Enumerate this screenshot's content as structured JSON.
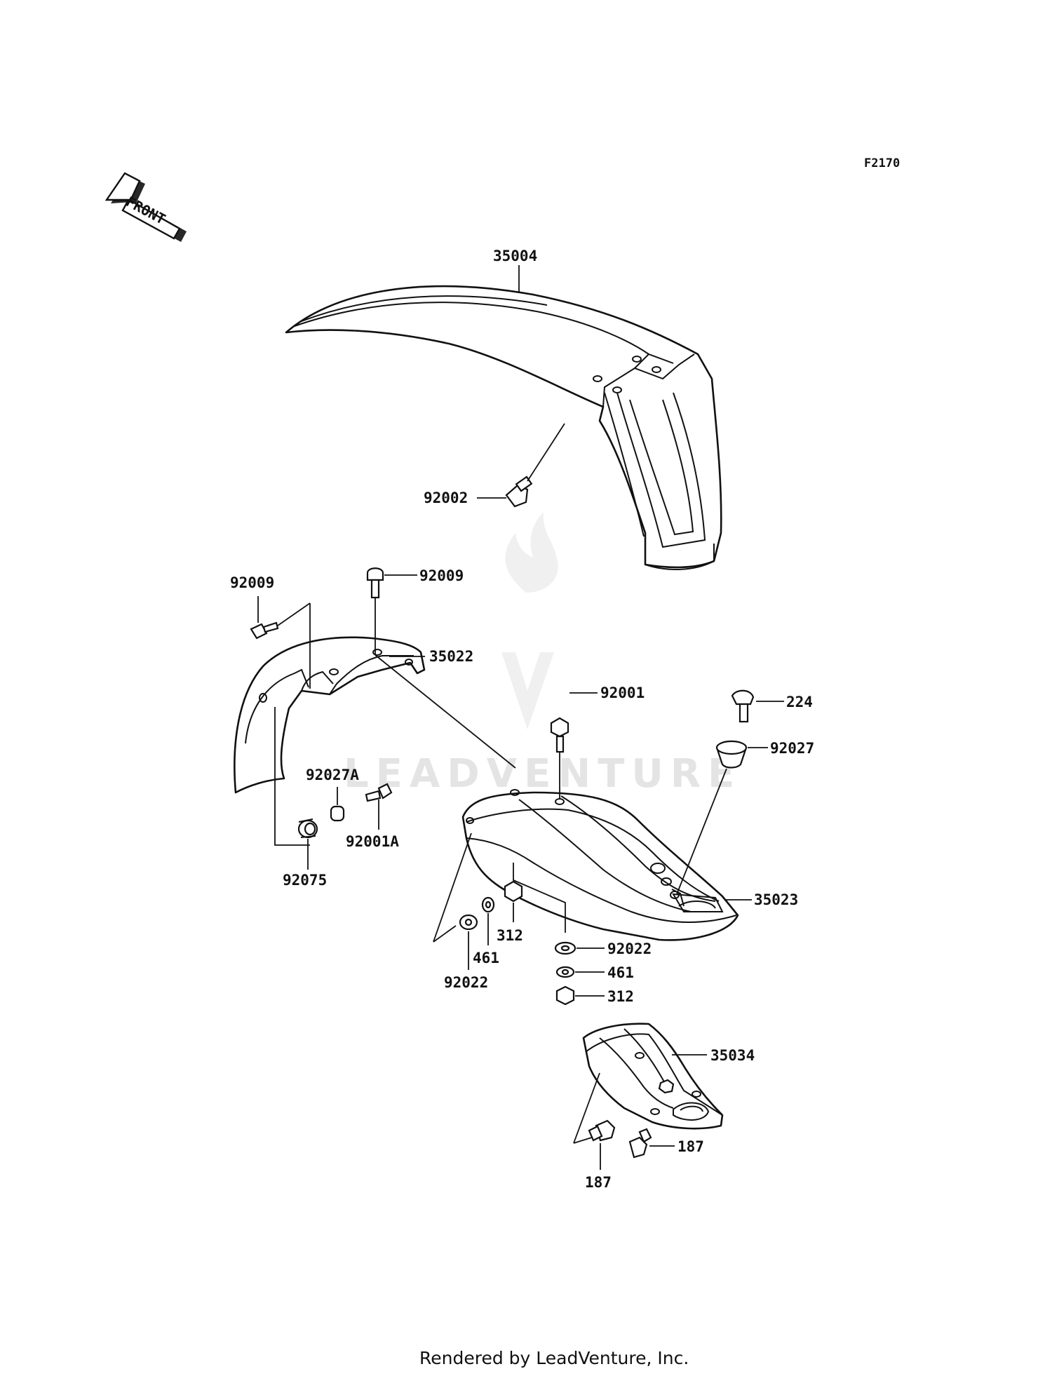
{
  "diagram_code": "F2170",
  "front_arrow_label": "FRONT",
  "watermark": "LEADVENTURE",
  "footer": "Rendered by LeadVenture, Inc.",
  "parts": {
    "front_fender": "35004",
    "front_fender_bolt": "92002",
    "flap_bolt_left": "92009",
    "flap_bolt_top": "92009",
    "rear_flap": "35022",
    "fender_bolt": "92001",
    "bolt_224": "224",
    "grommet_92027": "92027",
    "collar_92027a": "92027A",
    "bolt_92001a": "92001A",
    "damper_92075": "92075",
    "rear_fender": "35023",
    "nut_312_left": "312",
    "lockwasher_461_left": "461",
    "washer_92022_left": "92022",
    "washer_92022_right": "92022",
    "lockwasher_461_right": "461",
    "nut_312_right": "312",
    "rear_cover": "35034",
    "bolt_187_right": "187",
    "bolt_187_bottom": "187"
  }
}
